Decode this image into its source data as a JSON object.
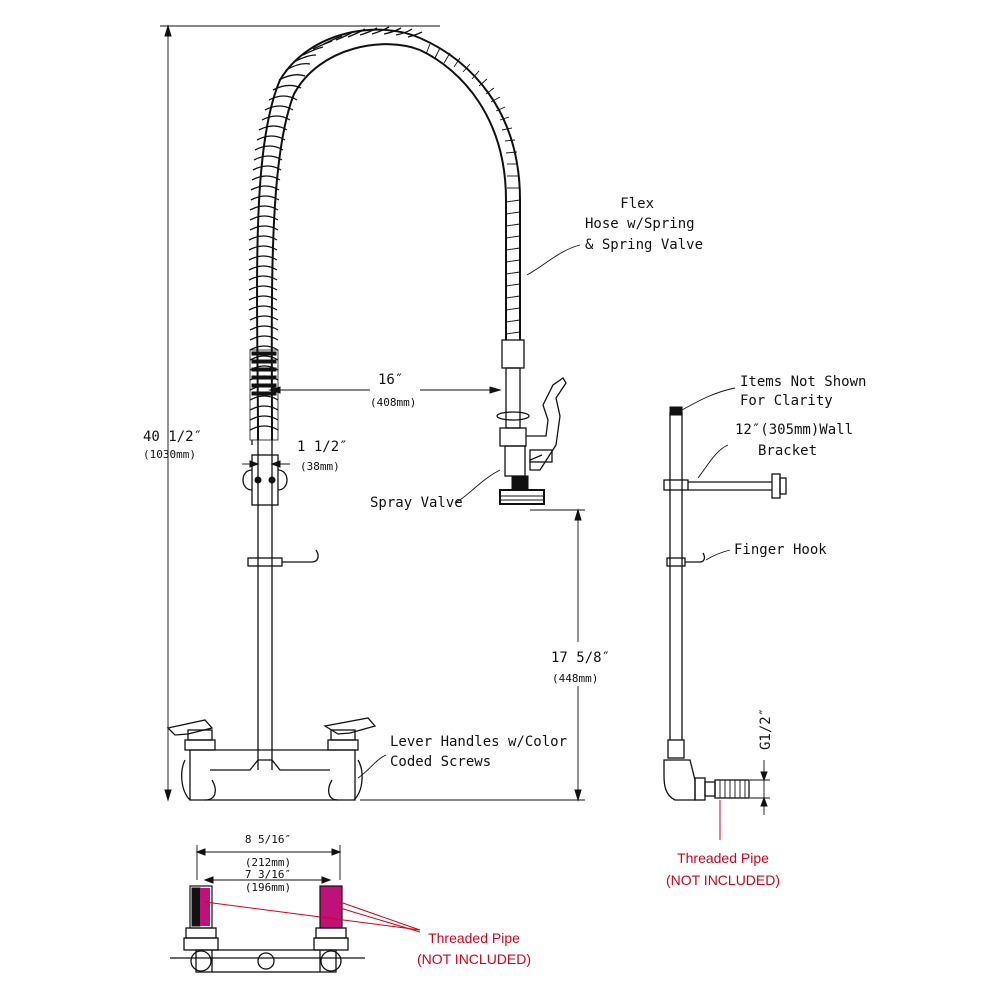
{
  "labels": {
    "flex_hose_1": "Flex",
    "flex_hose_2": "Hose w/Spring",
    "flex_hose_3": "& Spring Valve",
    "dim_16": "16″",
    "dim_16_mm": "(408mm)",
    "dim_40": "40 1/2″",
    "dim_40_mm": "(1030mm)",
    "dim_1_5": "1 1/2″",
    "dim_1_5_mm": "(38mm)",
    "spray_valve": "Spray Valve",
    "dim_17": "17 5/8″",
    "dim_17_mm": "(448mm)",
    "lever_handles_1": "Lever Handles w/Color",
    "lever_handles_2": "Coded Screws",
    "items_not_shown_1": "Items Not Shown",
    "items_not_shown_2": "For Clarity",
    "wall_bracket_1": "12″(305mm)Wall",
    "wall_bracket_2": "Bracket",
    "finger_hook": "Finger Hook",
    "g_thread": "G1/2″",
    "threaded_pipe_right_1": "Threaded Pipe",
    "threaded_pipe_right_2": "(NOT INCLUDED)",
    "dim_8": "8 5/16″",
    "dim_8_mm": "(212mm)",
    "dim_7": "7 3/16″",
    "dim_7_mm": "(196mm)",
    "threaded_pipe_bottom_1": "Threaded Pipe",
    "threaded_pipe_bottom_2": "(NOT INCLUDED)"
  },
  "colors": {
    "line": "#111111",
    "accent_red": "#d0021b",
    "pipe_magenta": "#c0107a"
  }
}
